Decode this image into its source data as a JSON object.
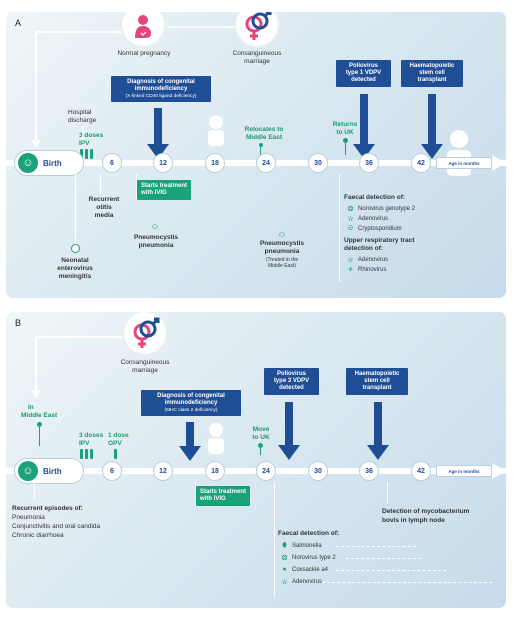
{
  "panel_a": {
    "letter": "A",
    "parent_left": "Normal pregnancy",
    "parent_right_line1": "Consanguineous",
    "parent_right_line2": "marriage",
    "hospital_line1": "Hospital",
    "hospital_line2": "discharge",
    "ipv_line1": "3 doses",
    "ipv_line2": "IPV",
    "diagnosis_title_line1": "Diagnosis of congenital",
    "diagnosis_title_line2": "immunodeficiency",
    "diagnosis_sub": "(X-linked CD40 ligand deficiency)",
    "relocates_line1": "Relocates to",
    "relocates_line2": "Middle East",
    "returns_line1": "Returns",
    "returns_line2": "to UK",
    "vdpv_line1": "Poliovirus",
    "vdpv_line2": "type 1 VDPV",
    "vdpv_line3": "detected",
    "hsct_line1": "Haematopoietic",
    "hsct_line2": "stem cell",
    "hsct_line3": "transplant",
    "birth": "Birth",
    "ticks": [
      "6",
      "12",
      "18",
      "24",
      "30",
      "36",
      "42"
    ],
    "age_label": "Age in months",
    "otitis_line1": "Recurrent",
    "otitis_line2": "otitis",
    "otitis_line3": "media",
    "meningitis_line1": "Neonatal",
    "meningitis_line2": "enterovirus",
    "meningitis_line3": "meningitis",
    "ivig_line1": "Starts treatment",
    "ivig_line2": "with IVIG",
    "pcp1_line1": "Pneumocystis",
    "pcp1_line2": "pneumonia",
    "pcp2_line1": "Pneumocystis",
    "pcp2_line2": "pneumonia",
    "pcp2_sub_line1": "(Treated in the",
    "pcp2_sub_line2": "Middle East)",
    "faecal_title": "Faecal detection of:",
    "faecal_items": [
      "Norovirus genotype 2",
      "Adenovirus",
      "Cryptosporidium"
    ],
    "urt_title_line1": "Upper respiratory tract",
    "urt_title_line2": "detection of:",
    "urt_items": [
      "Adenovirus",
      "Rhinovirus"
    ]
  },
  "panel_b": {
    "letter": "B",
    "parent_line1": "Consanguineous",
    "parent_line2": "marriage",
    "in_line1": "In",
    "in_line2": "Middle East",
    "ipv_line1": "3 doses",
    "ipv_line2": "IPV",
    "opv_line1": "1 dose",
    "opv_line2": "OPV",
    "diagnosis_title_line1": "Diagnosis of congenital",
    "diagnosis_title_line2": "immunodeficiency",
    "diagnosis_sub": "(MHC class 2 deficiency)",
    "move_line1": "Move",
    "move_line2": "to UK",
    "vdpv_line1": "Poliovirus",
    "vdpv_line2": "type 3 VDPV",
    "vdpv_line3": "detected",
    "hsct_line1": "Haematopoietic",
    "hsct_line2": "stem cell",
    "hsct_line3": "transplant",
    "birth": "Birth",
    "ticks": [
      "6",
      "12",
      "18",
      "24",
      "30",
      "36",
      "42"
    ],
    "age_label": "Age in months",
    "ivig_line1": "Starts treatment",
    "ivig_line2": "with IVIG",
    "recurrent_title": "Recurrent episodes of:",
    "recurrent_items": [
      "Pneumonia",
      "Conjunctivitis and oral candida",
      "Chronic diarrhoea"
    ],
    "myco_line1": "Detection of mycobacterium",
    "myco_line2": "bovis in lymph node",
    "faecal_title": "Faecal detection of:",
    "faecal_items": [
      "Salmonella",
      "Norovirus type 2",
      "Coxsackie a4",
      "Adenovirus"
    ]
  },
  "colors": {
    "navy": "#1f4e95",
    "green": "#1aa27a",
    "pink": "#e3457f"
  }
}
